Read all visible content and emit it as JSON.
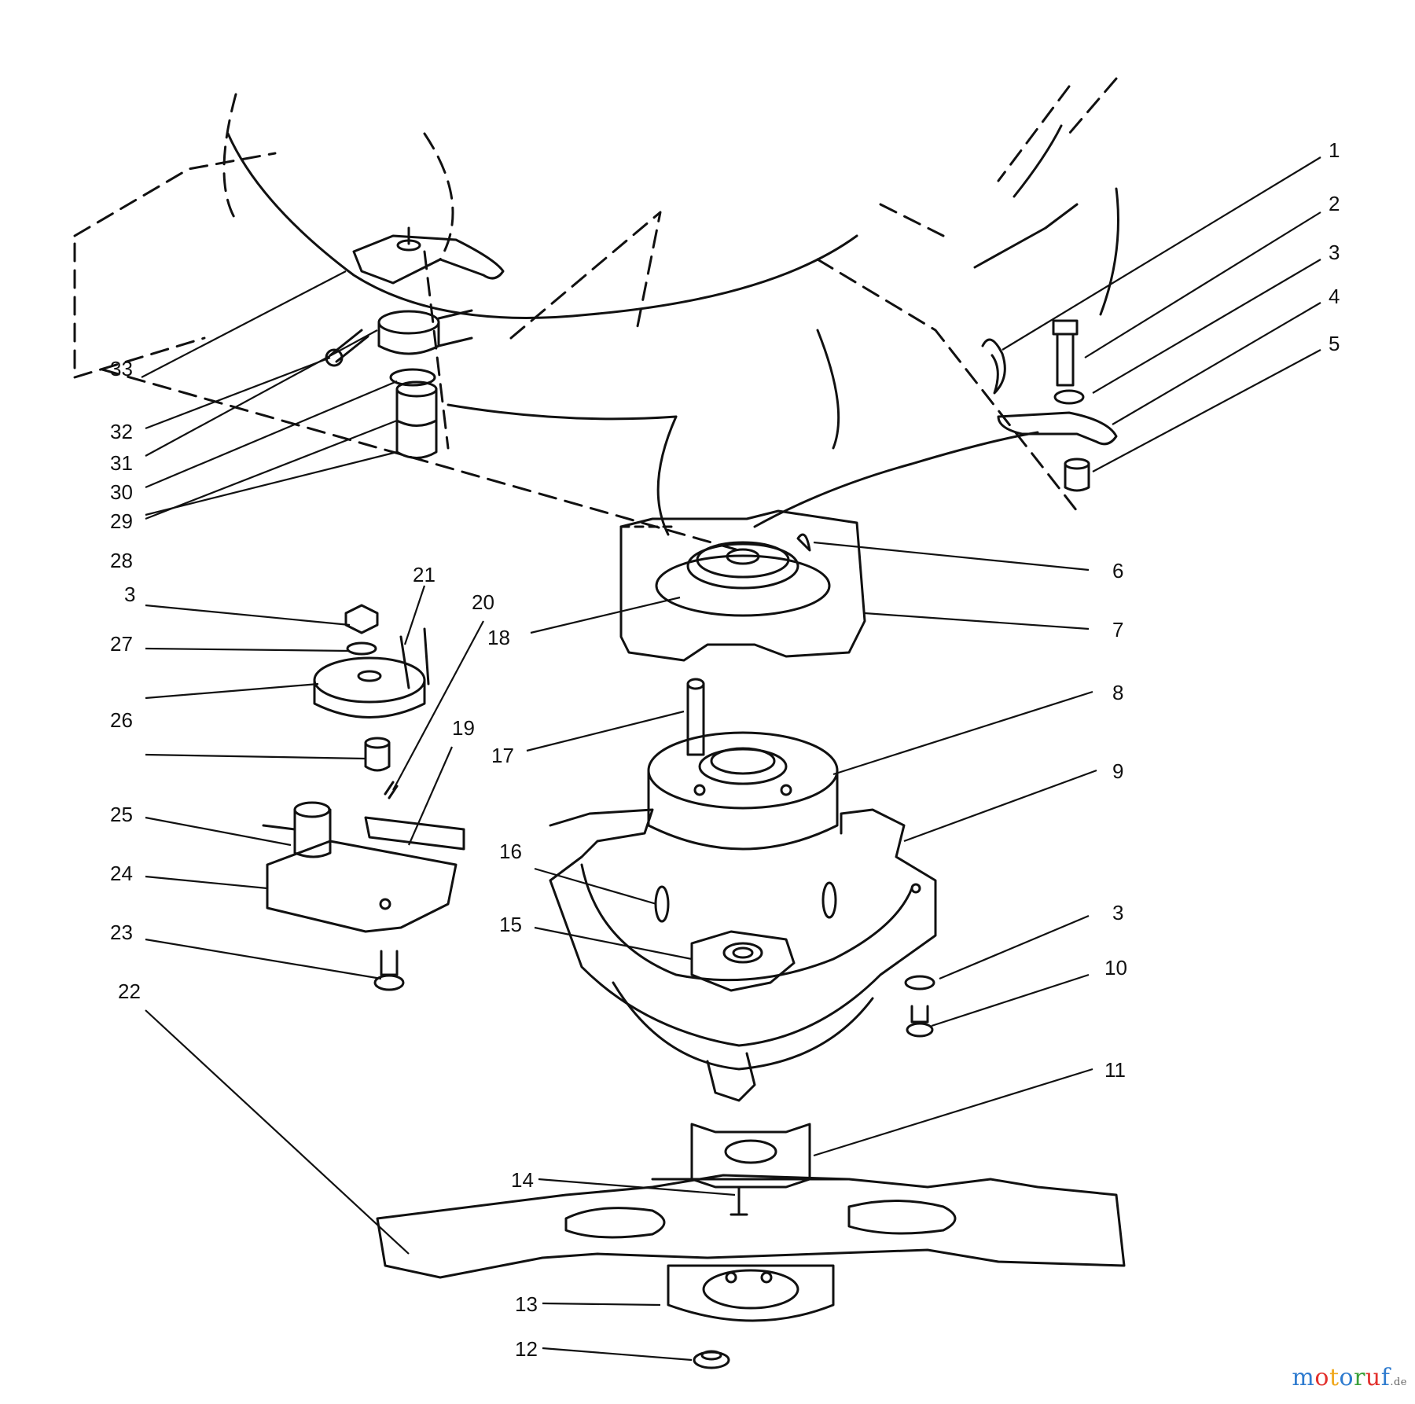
{
  "diagram": {
    "callouts": [
      "1",
      "2",
      "3",
      "4",
      "5",
      "6",
      "7",
      "8",
      "9",
      "3",
      "10",
      "11",
      "12",
      "13",
      "14",
      "15",
      "16",
      "17",
      "18",
      "19",
      "20",
      "21",
      "3",
      "27",
      "28",
      "26",
      "25",
      "24",
      "23",
      "22",
      "29",
      "30",
      "31",
      "32",
      "33"
    ]
  },
  "watermark": {
    "brand_part1": "motoruf",
    "brand_part2": ".de",
    "colors": [
      "#2e7bcf",
      "#e2302c",
      "#f0a81c",
      "#2e7bcf",
      "#3aa03a",
      "#e2302c",
      "#2e7bcf"
    ]
  }
}
